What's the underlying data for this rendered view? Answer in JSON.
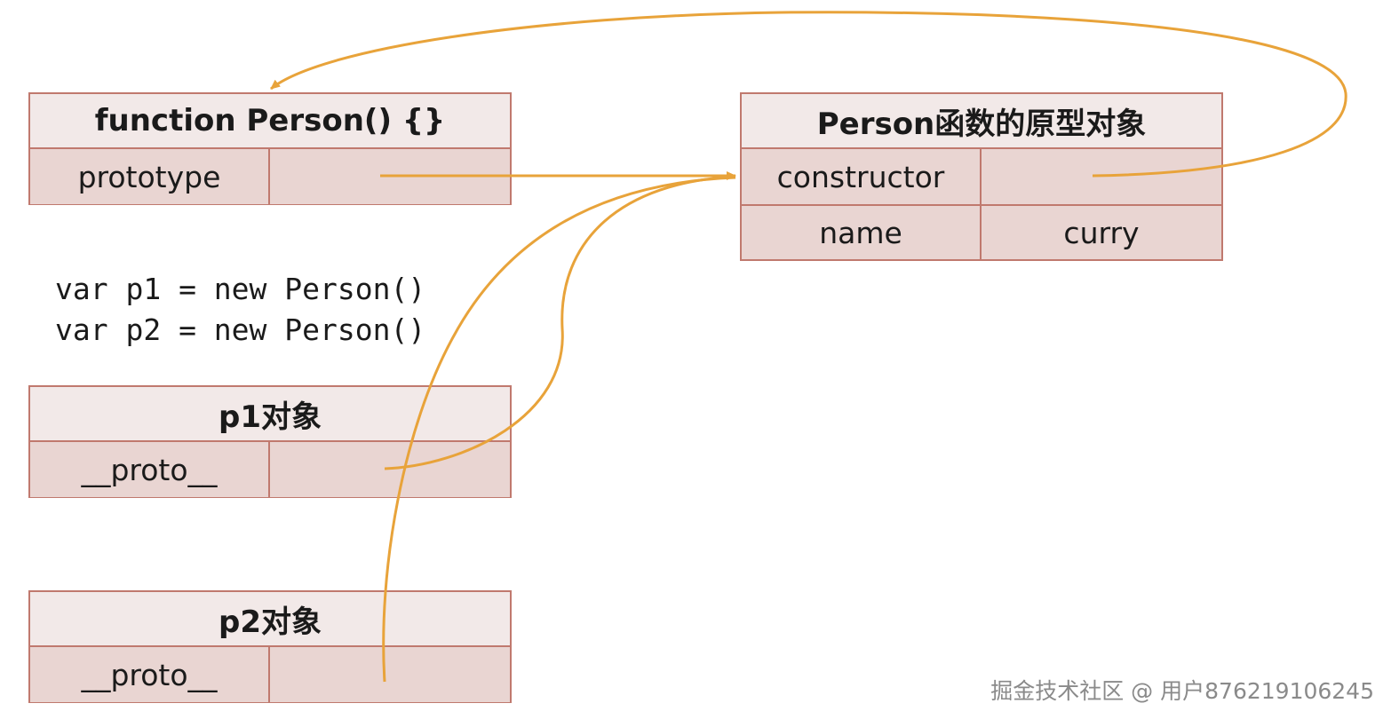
{
  "person_fn": {
    "title": "function Person() {}",
    "rows": [
      {
        "key": "prototype",
        "value": ""
      }
    ]
  },
  "proto_obj": {
    "title": "Person函数的原型对象",
    "rows": [
      {
        "key": "constructor",
        "value": ""
      },
      {
        "key": "name",
        "value": "curry"
      }
    ]
  },
  "code": [
    "var p1 = new Person()",
    "var p2 = new Person()"
  ],
  "p1": {
    "title": "p1对象",
    "rows": [
      {
        "key": "__proto__",
        "value": ""
      }
    ]
  },
  "p2": {
    "title": "p2对象",
    "rows": [
      {
        "key": "__proto__",
        "value": ""
      }
    ]
  },
  "watermark": "掘金技术社区 @ 用户876219106245",
  "colors": {
    "arrow": "#e8a33a",
    "border": "#c0796e",
    "header_bg": "#f2e9e8",
    "row_bg": "#e9d5d2"
  }
}
